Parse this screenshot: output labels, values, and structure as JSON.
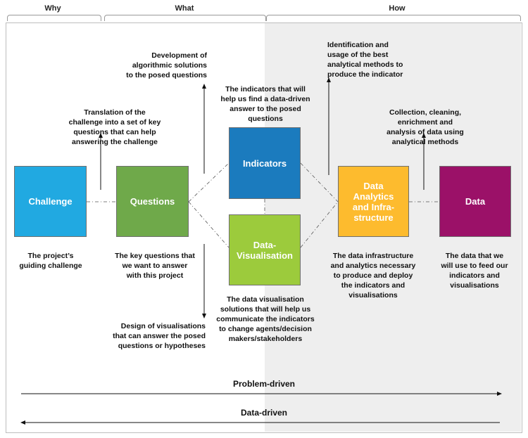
{
  "headers": {
    "why": "Why",
    "what": "What",
    "how": "How"
  },
  "boxes": {
    "challenge": {
      "label": "Challenge",
      "color": "#21A9E1"
    },
    "questions": {
      "label": "Questions",
      "color": "#6FA94A"
    },
    "indicators": {
      "label": "Indicators",
      "color": "#1B7BBE"
    },
    "visualisation": {
      "label": "Data-\nVisualisation",
      "color": "#9CCB3C"
    },
    "analytics": {
      "label": "Data\nAnalytics\nand Infra-\nstructure",
      "color": "#FDBB2E"
    },
    "data": {
      "label": "Data",
      "color": "#9B1168"
    }
  },
  "descriptions": {
    "challenge": "The project’s\nguiding challenge",
    "questions": "The key questions that\nwe want to answer\nwith this project",
    "indicators": "The indicators that will\nhelp us find a data-driven\nanswer to the posed\nquestions",
    "visualisation": "The data visualisation\nsolutions that will help us\ncommunicate the indicators\nto change agents/decision\nmakers/stakeholders",
    "analytics": "The data infrastructure\nand analytics necessary\nto produce and deploy\nthe indicators and\nvisualisations",
    "data": "The data that we\nwill use to feed our\nindicators and\nvisualisations"
  },
  "annotations": {
    "translation": "Translation of the\nchallenge into a set of key\nquestions that can help\nanswering the challenge",
    "algorithmic": "Development of\nalgorithmic solutions\nto the posed questions",
    "design": "Design of visualisations\nthat can answer the posed\nquestions or hypotheses",
    "identification": "Identification and\nusage of the best\nanalytical methods to\nproduce the indicator",
    "collection": "Collection, cleaning,\nenrichment and\nanalysis of data using\nanalytical methods"
  },
  "flows": {
    "problem_driven": "Problem-driven",
    "data_driven": "Data-driven"
  }
}
